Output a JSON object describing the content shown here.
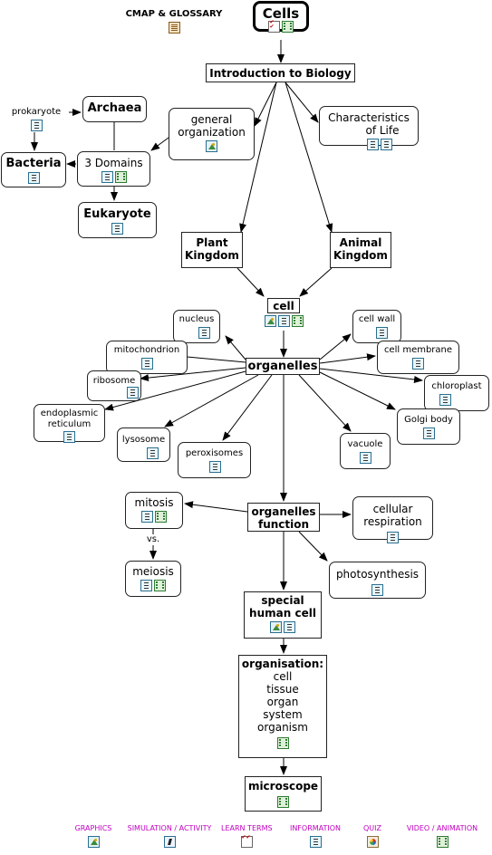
{
  "header": {
    "cmap_glossary": "CMAP & GLOSSARY"
  },
  "nodes": {
    "cells": "Cells",
    "intro": "Introduction to Biology",
    "archaea": "Archaea",
    "prokaryote": "prokaryote",
    "bacteria": "Bacteria",
    "three_domains": "3 Domains",
    "eukaryote": "Eukaryote",
    "general_org_1": "general",
    "general_org_2": "organization",
    "char_life_1": "Characteristics",
    "char_life_2": "of Life",
    "plant_1": "Plant",
    "plant_2": "Kingdom",
    "animal_1": "Animal",
    "animal_2": "Kingdom",
    "cell": "cell",
    "nucleus": "nucleus",
    "cell_wall": "cell wall",
    "mitochondrion": "mitochondrion",
    "cell_membrane": "cell membrane",
    "organelles": "organelles",
    "ribosome": "ribosome",
    "chloroplast": "chloroplast",
    "er_1": "endoplasmic",
    "er_2": "reticulum",
    "golgi": "Golgi body",
    "lysosome": "lysosome",
    "peroxisomes": "peroxisomes",
    "vacuole": "vacuole",
    "mitosis": "mitosis",
    "vs": "vs.",
    "meiosis": "meiosis",
    "org_function_1": "organelles",
    "org_function_2": "function",
    "cell_resp_1": "cellular",
    "cell_resp_2": "respiration",
    "photosynthesis": "photosynthesis",
    "special_1": "special",
    "special_2": "human cell",
    "organisation_title": "organisation:",
    "org_levels": [
      "cell",
      "tissue",
      "organ",
      "system",
      "organism"
    ],
    "microscope": "microscope"
  },
  "legend": {
    "graphics": "GRAPHICS",
    "simulation": "SIMULATION / ACTIVITY",
    "learn_terms": "LEARN TERMS",
    "information": "INFORMATION",
    "quiz": "QUIZ",
    "video": "VIDEO / ANIMATION"
  },
  "icon_names": [
    "information-icon",
    "video-icon",
    "graphics-icon",
    "learn-terms-icon",
    "simulation-icon",
    "quiz-icon",
    "glossary-icon"
  ],
  "colors": {
    "legend_text": "#c000c0",
    "border": "#222222",
    "line": "#000000"
  }
}
